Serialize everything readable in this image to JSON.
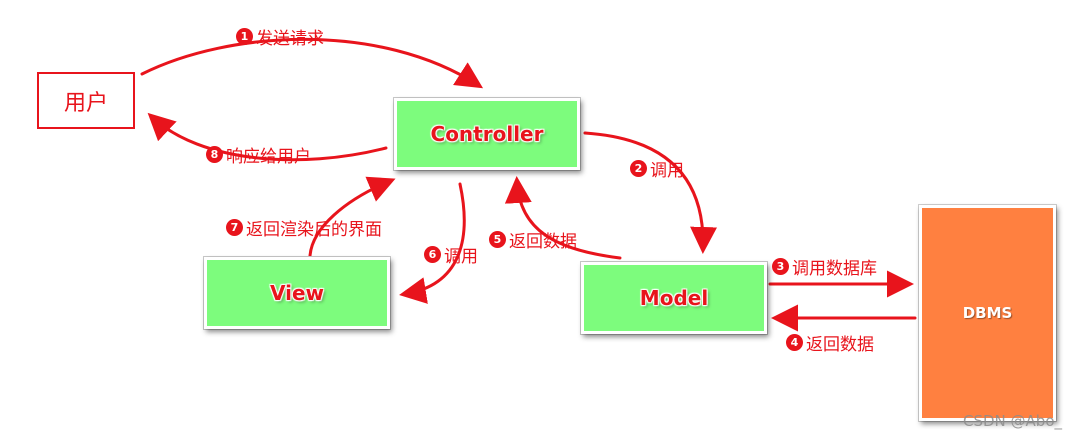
{
  "nodes": {
    "user": "用户",
    "controller": "Controller",
    "view": "View",
    "model": "Model",
    "dbms": "DBMS"
  },
  "steps": [
    {
      "num": "1",
      "text": "发送请求"
    },
    {
      "num": "2",
      "text": "调用"
    },
    {
      "num": "3",
      "text": "调用数据库"
    },
    {
      "num": "4",
      "text": "返回数据"
    },
    {
      "num": "5",
      "text": "返回数据"
    },
    {
      "num": "6",
      "text": "调用"
    },
    {
      "num": "7",
      "text": "返回渲染后的界面"
    },
    {
      "num": "8",
      "text": "响应给用户"
    }
  ],
  "colors": {
    "arrow": "#e8141c",
    "node_green": "#7dfc7d",
    "dbms_orange": "#ff8040"
  },
  "watermark": "CSDN @Abo_"
}
